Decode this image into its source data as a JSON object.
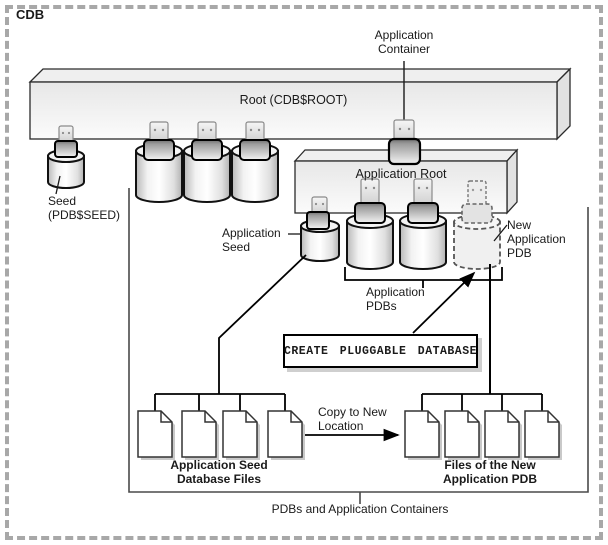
{
  "colors": {
    "background": "#ffffff",
    "line": "#000000",
    "dashed_border": "#a8a8a8",
    "box_shadow": "#cfcfcf"
  },
  "icons": {
    "plug": "usb-plug-icon",
    "database": "database-cylinder-icon",
    "file": "database-file-icon"
  },
  "cdb": {
    "label": "CDB"
  },
  "root": {
    "label": "Root (CDB$ROOT)"
  },
  "seed": {
    "label": "Seed\n(PDB$SEED)"
  },
  "app_container": {
    "label": "Application\nContainer",
    "app_root": {
      "label": "Application Root"
    },
    "app_seed": {
      "label": "Application\nSeed"
    },
    "app_pdbs": {
      "label": "Application\nPDBs"
    },
    "new_app_pdb": {
      "label": "New\nApplication\nPDB"
    }
  },
  "command": {
    "text": "CREATE PLUGGABLE DATABASE"
  },
  "files": {
    "copy": {
      "label": "Copy to New\nLocation"
    },
    "seed_files": {
      "label": "Application Seed\nDatabase Files"
    },
    "new_files": {
      "label": "Files of the New\nApplication PDB"
    }
  },
  "footer": {
    "label": "PDBs and Application Containers"
  }
}
